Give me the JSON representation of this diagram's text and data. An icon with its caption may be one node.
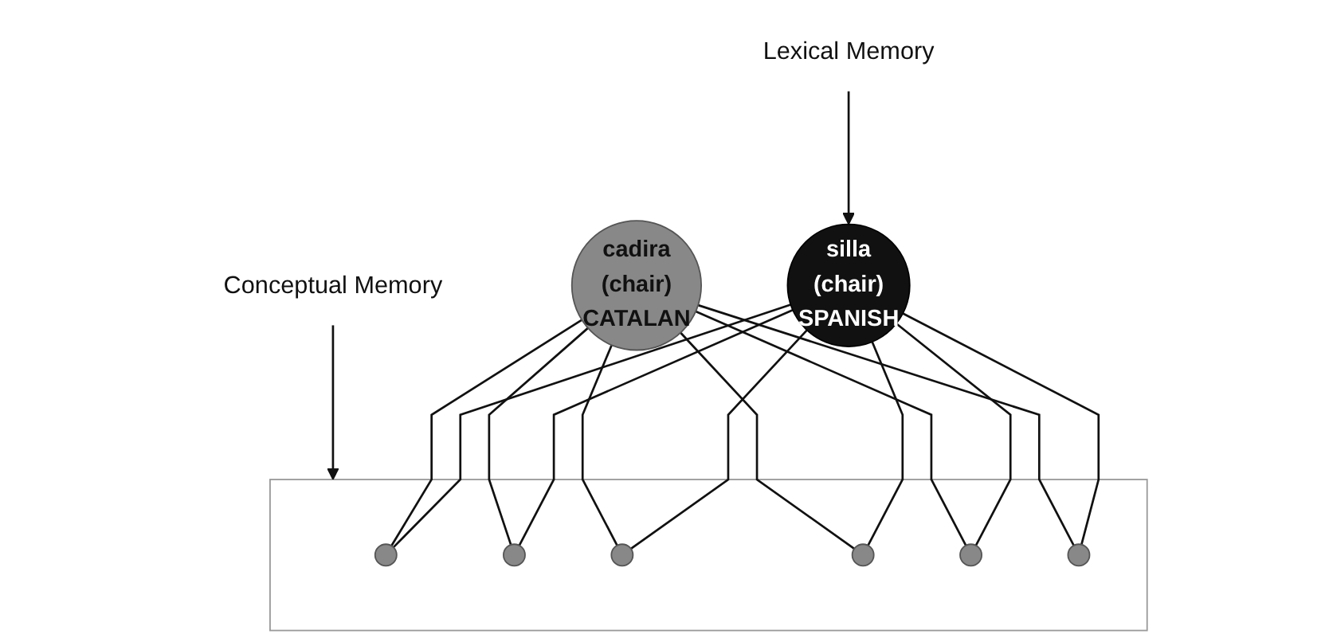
{
  "diagram": {
    "nodes": [
      {
        "text": [
          "Lexical Memory"
        ]
      },
      {
        "text": [
          "silla",
          "(chair)",
          "SPANISH"
        ]
      },
      {
        "text": [
          "cadira",
          "(chair)",
          "CATALAN"
        ]
      },
      {
        "text": [
          "Conceptual Memory"
        ]
      },
      {
        "text": [],
        "shape": "box"
      },
      {
        "text": [],
        "shape": "circle",
        "in": 4
      },
      {
        "text": [],
        "shape": "circle",
        "in": 4
      },
      {
        "text": [],
        "shape": "circle",
        "in": 4
      },
      {
        "text": [],
        "shape": "circle",
        "in": 4
      },
      {
        "text": [],
        "shape": "circle",
        "in": 4
      },
      {
        "text": [],
        "shape": "circle",
        "in": 4
      }
    ],
    "edges": [
      {
        "from": 0,
        "to": 1,
        "arrow": "to"
      },
      {
        "from": 3,
        "to": 4,
        "arrow": "to"
      },
      {
        "from": 1,
        "to": 5,
        "arrow": "none"
      },
      {
        "from": 1,
        "to": 6,
        "arrow": "none"
      },
      {
        "from": 1,
        "to": 7,
        "arrow": "none"
      },
      {
        "from": 1,
        "to": 8,
        "arrow": "none"
      },
      {
        "from": 1,
        "to": 9,
        "arrow": "none"
      },
      {
        "from": 1,
        "to": 10,
        "arrow": "none"
      },
      {
        "from": 2,
        "to": 5,
        "arrow": "none"
      },
      {
        "from": 2,
        "to": 6,
        "arrow": "none"
      },
      {
        "from": 2,
        "to": 7,
        "arrow": "none"
      },
      {
        "from": 2,
        "to": 8,
        "arrow": "none"
      },
      {
        "from": 2,
        "to": 9,
        "arrow": "none"
      },
      {
        "from": 2,
        "to": 10,
        "arrow": "none"
      }
    ]
  }
}
